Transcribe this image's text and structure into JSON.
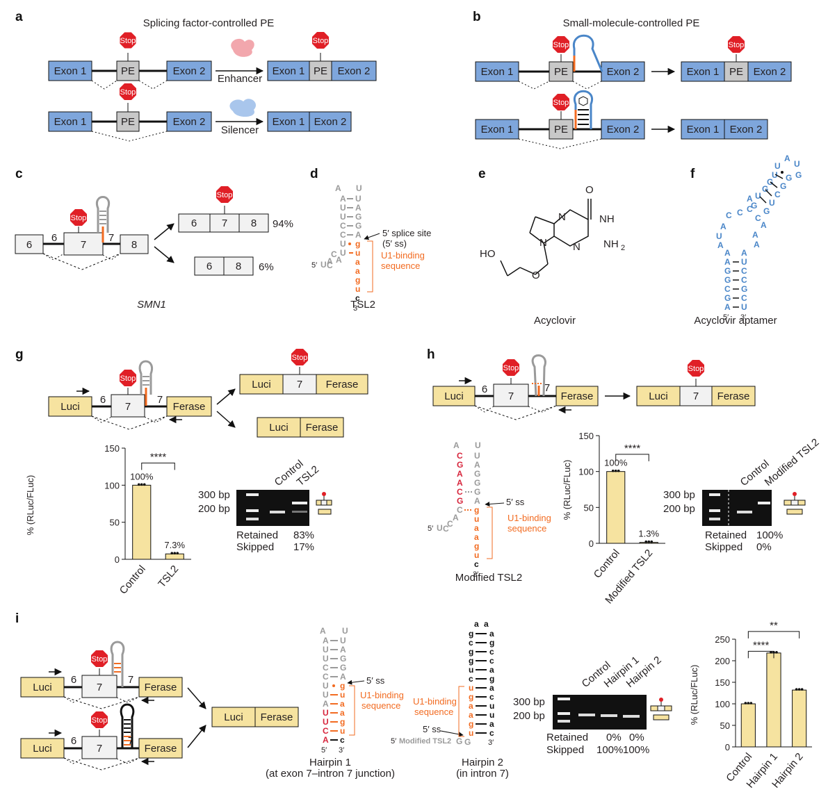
{
  "panels": {
    "a": {
      "label": "a",
      "title": "Splicing factor-controlled PE",
      "exon1": "Exon 1",
      "exon2": "Exon 2",
      "pe": "PE",
      "stop": "Stop",
      "enhancer": "Enhancer",
      "silencer": "Silencer"
    },
    "b": {
      "label": "b",
      "title": "Small-molecule-controlled PE",
      "exon1": "Exon 1",
      "exon2": "Exon 2",
      "pe": "PE",
      "stop": "Stop"
    },
    "c": {
      "label": "c",
      "gene": "SMN1",
      "ex6": "6",
      "ex7": "7",
      "ex8": "8",
      "in6": "6",
      "in7": "7",
      "pct_inc": "94%",
      "pct_skip": "6%",
      "stop": "Stop"
    },
    "d": {
      "label": "d",
      "name": "TSL2",
      "ss5": "5′ splice site",
      "ss5b": "(5′ ss)",
      "u1": "U1-binding",
      "u1b": "sequence",
      "end5": "5′",
      "end3": "3′"
    },
    "e": {
      "label": "e",
      "name": "Acyclovir",
      "o": "O",
      "n": "N",
      "nh": "NH",
      "nh2": "NH",
      "nh2sub": "2",
      "ho": "HO"
    },
    "f": {
      "label": "f",
      "name": "Acyclovir aptamer",
      "end5": "5′",
      "end3": "3′"
    },
    "g": {
      "label": "g",
      "luci": "Luci",
      "ferase": "Ferase",
      "ex7": "7",
      "in6": "6",
      "in7": "7",
      "stop": "Stop",
      "ylabel": "% (RLuc/FLuc)",
      "bar_labels": [
        "100%",
        "7.3%"
      ],
      "categories": [
        "Control",
        "TSL2"
      ],
      "sig": "****",
      "yticks": [
        "0",
        "50",
        "100",
        "150"
      ],
      "gel_lanes": [
        "Control",
        "TSL2"
      ],
      "bp300": "300 bp",
      "bp200": "200 bp",
      "retained": "Retained",
      "skipped": "Skipped",
      "ret_val": "83%",
      "skip_val": "17%"
    },
    "h": {
      "label": "h",
      "luci": "Luci",
      "ferase": "Ferase",
      "ex7": "7",
      "in6": "6",
      "in7": "7",
      "stop": "Stop",
      "name": "Modified TSL2",
      "ss5": "5′ ss",
      "u1": "U1-binding",
      "u1b": "sequence",
      "end5": "5′",
      "end3": "3′",
      "ylabel": "% (RLuc/FLuc)",
      "bar_labels": [
        "100%",
        "1.3%"
      ],
      "categories": [
        "Control",
        "Modified TSL2"
      ],
      "sig": "****",
      "yticks": [
        "0",
        "50",
        "100",
        "150"
      ],
      "gel_lanes": [
        "Control",
        "Modified TSL2"
      ],
      "bp300": "300 bp",
      "bp200": "200 bp",
      "retained": "Retained",
      "skipped": "Skipped",
      "ret_val": "100%",
      "skip_val": "0%"
    },
    "i": {
      "label": "i",
      "luci": "Luci",
      "ferase": "Ferase",
      "ex7": "7",
      "in6": "6",
      "in7": "7",
      "stop": "Stop",
      "hp1": "Hairpin 1",
      "hp1b": "(at exon 7–intron 7 junction)",
      "hp2": "Hairpin 2",
      "hp2b": "(in intron 7)",
      "ss5": "5′ ss",
      "u1": "U1-binding",
      "u1b": "sequence",
      "modtsl": "Modified TSL2",
      "end5": "5′",
      "end3": "3′",
      "gel_lanes": [
        "Control",
        "Hairpin 1",
        "Hairpin 2"
      ],
      "bp300": "300 bp",
      "bp200": "200 bp",
      "retained": "Retained",
      "skipped": "Skipped",
      "ret_vals": [
        "0%",
        "0%"
      ],
      "skip_vals": [
        "100%",
        "100%"
      ],
      "ylabel": "% (RLuc/FLuc)",
      "categories": [
        "Control",
        "Hairpin 1",
        "Hairpin 2"
      ],
      "sig1": "****",
      "sig2": "**",
      "yticks": [
        "0",
        "50",
        "100",
        "150",
        "200",
        "250"
      ]
    }
  },
  "chart_data": [
    {
      "type": "bar",
      "panel": "g",
      "categories": [
        "Control",
        "TSL2"
      ],
      "values": [
        100,
        7.3
      ],
      "ylabel": "% (RLuc/FLuc)",
      "ylim": [
        0,
        150
      ]
    },
    {
      "type": "bar",
      "panel": "h",
      "categories": [
        "Control",
        "Modified TSL2"
      ],
      "values": [
        100,
        1.3
      ],
      "ylabel": "% (RLuc/FLuc)",
      "ylim": [
        0,
        150
      ]
    },
    {
      "type": "bar",
      "panel": "i",
      "categories": [
        "Control",
        "Hairpin 1",
        "Hairpin 2"
      ],
      "values": [
        100,
        218,
        132
      ],
      "ylabel": "% (RLuc/FLuc)",
      "ylim": [
        0,
        250
      ]
    }
  ],
  "colors": {
    "exon_blue": "#7ea6dc",
    "pe_grey": "#c8c8c8",
    "reporter_yellow": "#f6e3a0",
    "stop_red": "#e01f26",
    "orange": "#f26b21",
    "aptamer_blue": "#4a86c8",
    "enhancer_pink": "#f2a7ad",
    "silencer_blue": "#a9c6ec"
  }
}
